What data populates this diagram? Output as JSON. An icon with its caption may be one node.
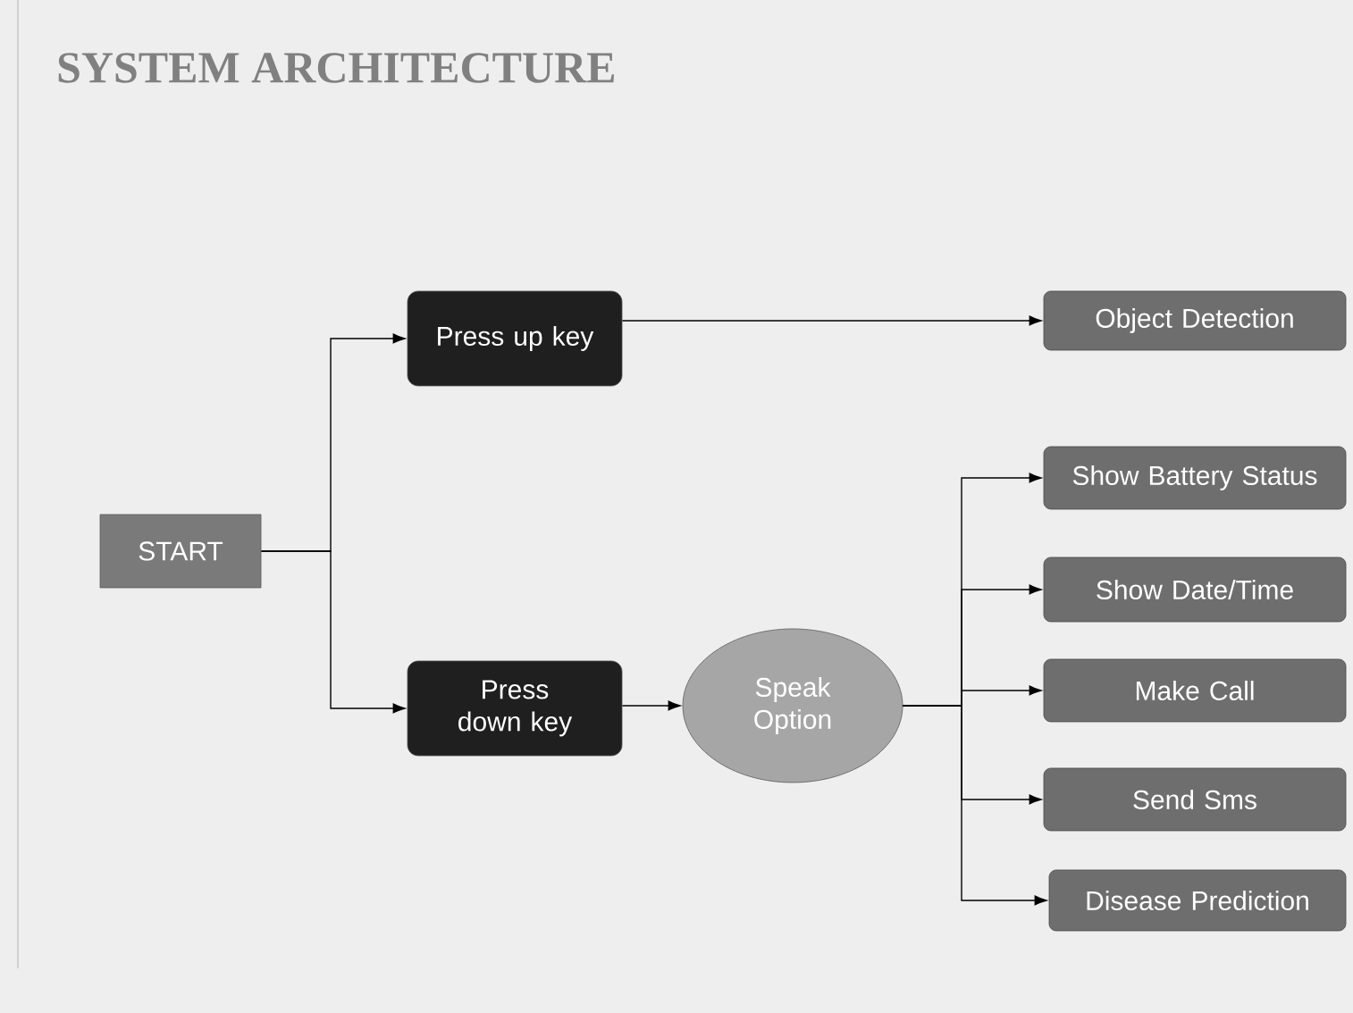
{
  "diagram": {
    "title": "SYSTEM  ARCHITECTURE",
    "nodes": [
      {
        "text": [
          "START"
        ]
      },
      {
        "text": [
          "Press up key"
        ]
      },
      {
        "text": [
          "Press down key"
        ]
      },
      {
        "text": [
          "Speak Option"
        ]
      },
      {
        "text": [
          "Object Detection"
        ]
      },
      {
        "text": [
          "Show Battery Status"
        ]
      },
      {
        "text": [
          "Show Date/Time"
        ]
      },
      {
        "text": [
          "Make Call"
        ]
      },
      {
        "text": [
          "Send Sms"
        ]
      },
      {
        "text": [
          "Disease Prediction"
        ]
      }
    ],
    "edges": [
      {
        "from": 0,
        "to": 1,
        "arrow": "to"
      },
      {
        "from": 0,
        "to": 2,
        "arrow": "to"
      },
      {
        "from": 1,
        "to": 4,
        "arrow": "to"
      },
      {
        "from": 2,
        "to": 3,
        "arrow": "to"
      },
      {
        "from": 3,
        "to": 5,
        "arrow": "to"
      },
      {
        "from": 3,
        "to": 6,
        "arrow": "to"
      },
      {
        "from": 3,
        "to": 7,
        "arrow": "to"
      },
      {
        "from": 3,
        "to": 8,
        "arrow": "to"
      },
      {
        "from": 3,
        "to": 9,
        "arrow": "to"
      }
    ]
  }
}
